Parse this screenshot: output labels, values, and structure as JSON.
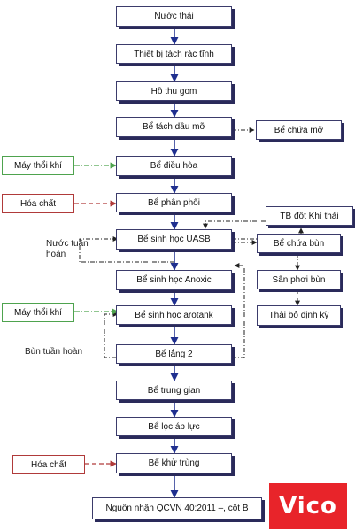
{
  "main_flow": [
    "Nước thải",
    "Thiết bị tách rác tĩnh",
    "Hồ thu gom",
    "Bể tách dầu mỡ",
    "Bể điều hòa",
    "Bể phân phối",
    "Bể sinh học UASB",
    "Bể sinh học Anoxic",
    "Bể sinh học arotank",
    "Bể lắng 2",
    "Bể trung gian",
    "Bể lọc áp lực",
    "Bể khử trùng",
    "Nguồn nhận QCVN 40:2011 –, cột B"
  ],
  "side_boxes": {
    "grease_tank": "Bể chứa mỡ",
    "gas_burner": "TB đốt Khí thải",
    "sludge_tank": "Bể chứa bùn",
    "drying_yard": "Sân phơi bùn",
    "disposal": "Thải bỏ định kỳ"
  },
  "inputs": {
    "blower_1": "Máy thổi khí",
    "chemical_1": "Hóa chất",
    "blower_2": "Máy thổi khí",
    "chemical_2": "Hóa chất"
  },
  "labels": {
    "recirculation_water": "Nước tuần hoàn",
    "recirculation_sludge": "Bùn tuần hoàn"
  },
  "logo": {
    "text": "Vico",
    "color": "#e8242a"
  },
  "colors": {
    "box_border": "#3b3b6b",
    "arrow": "#1f2f8f",
    "air_line": "#4ea34e",
    "chemical_line": "#b03a3a"
  }
}
